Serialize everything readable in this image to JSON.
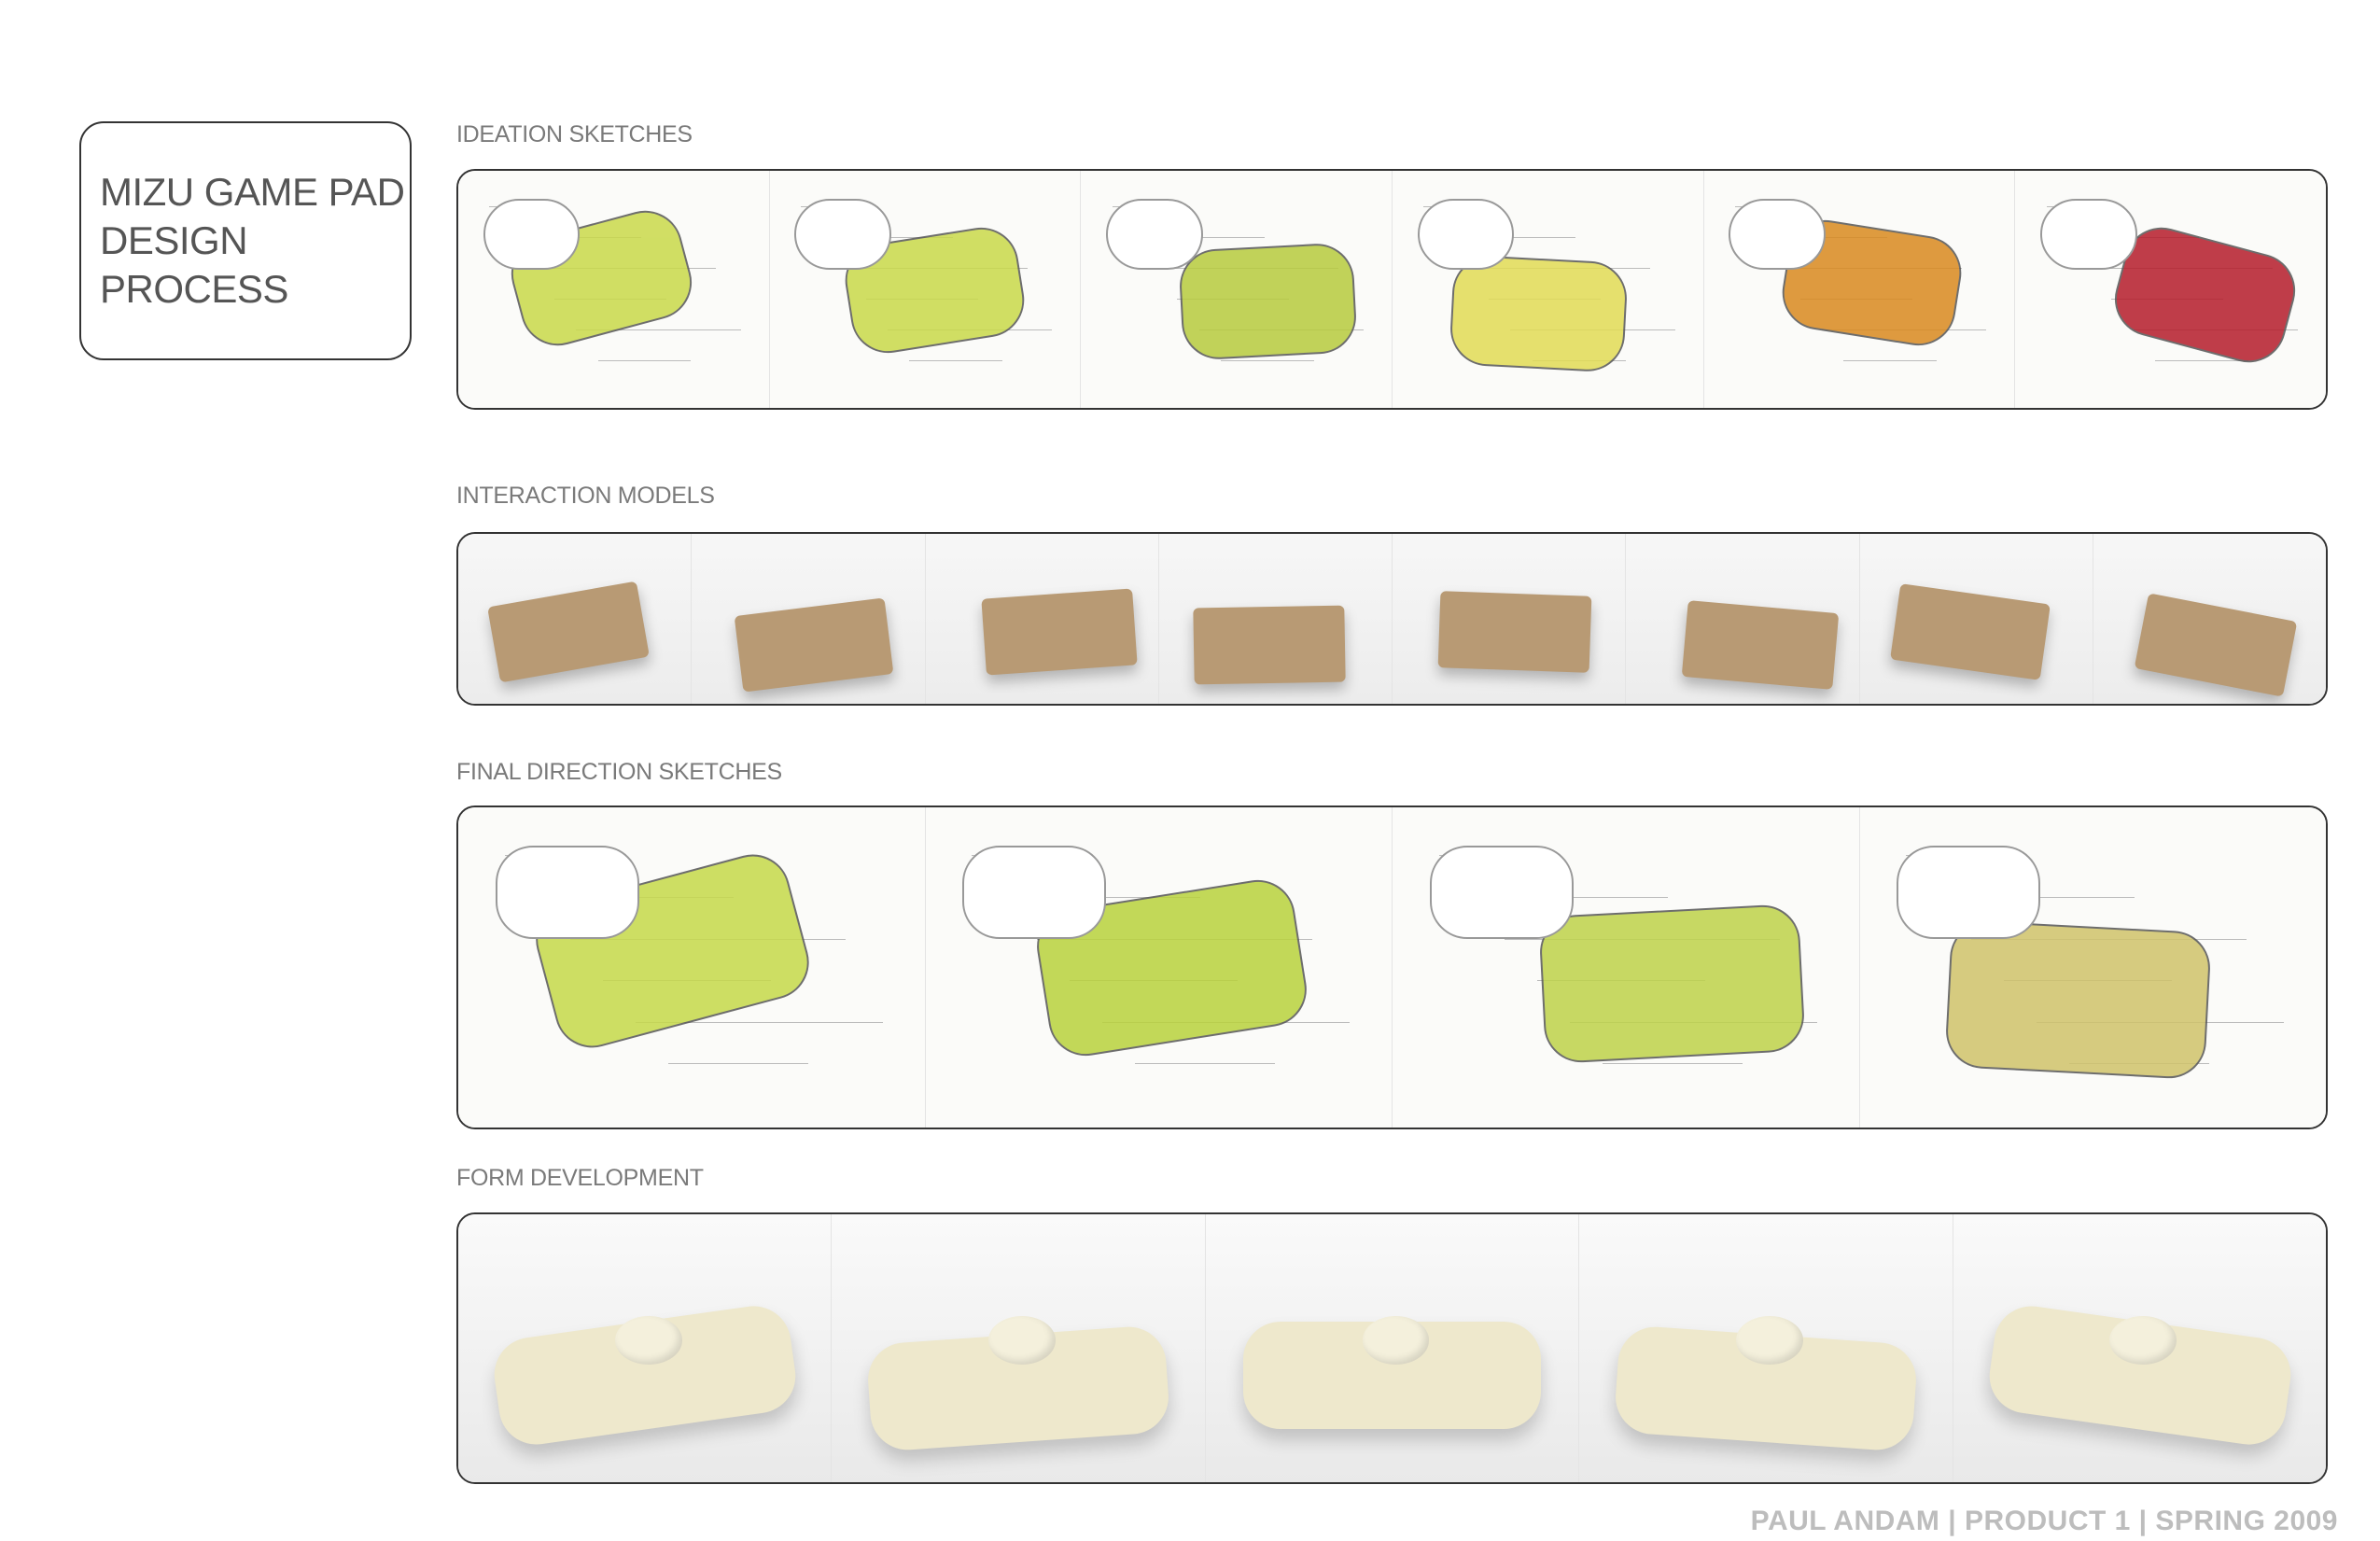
{
  "title": {
    "line1": "MIZU GAME PAD",
    "line2": "DESIGN PROCESS"
  },
  "sections": [
    {
      "label": "IDEATION SKETCHES",
      "panels": 6,
      "accent": [
        "#c9d94a",
        "#c9d94a",
        "#b7cc3e",
        "#e2dc55",
        "#d98a1f",
        "#b51c2b"
      ]
    },
    {
      "label": "INTERACTION MODELS",
      "panels": 8
    },
    {
      "label": "FINAL DIRECTION SKETCHES",
      "panels": 4,
      "accent": [
        "#c6d94a",
        "#b9d23c",
        "#bed34a",
        "#d0c36a"
      ]
    },
    {
      "label": "FORM DEVELOPMENT",
      "panels": 5
    }
  ],
  "footer": "PAUL ANDAM | PRODUCT 1 | SPRING 2009"
}
